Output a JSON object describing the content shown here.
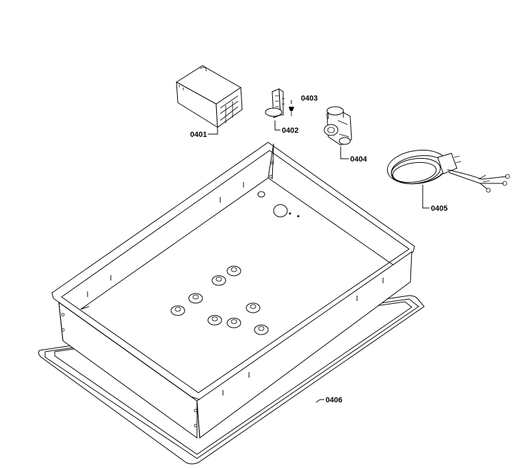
{
  "parts": [
    {
      "id": "part-0401",
      "label": "0401"
    },
    {
      "id": "part-0402",
      "label": "0402"
    },
    {
      "id": "part-0403",
      "label": "0403"
    },
    {
      "id": "part-0404",
      "label": "0404"
    },
    {
      "id": "part-0405",
      "label": "0405"
    },
    {
      "id": "part-0406",
      "label": "0406"
    }
  ]
}
